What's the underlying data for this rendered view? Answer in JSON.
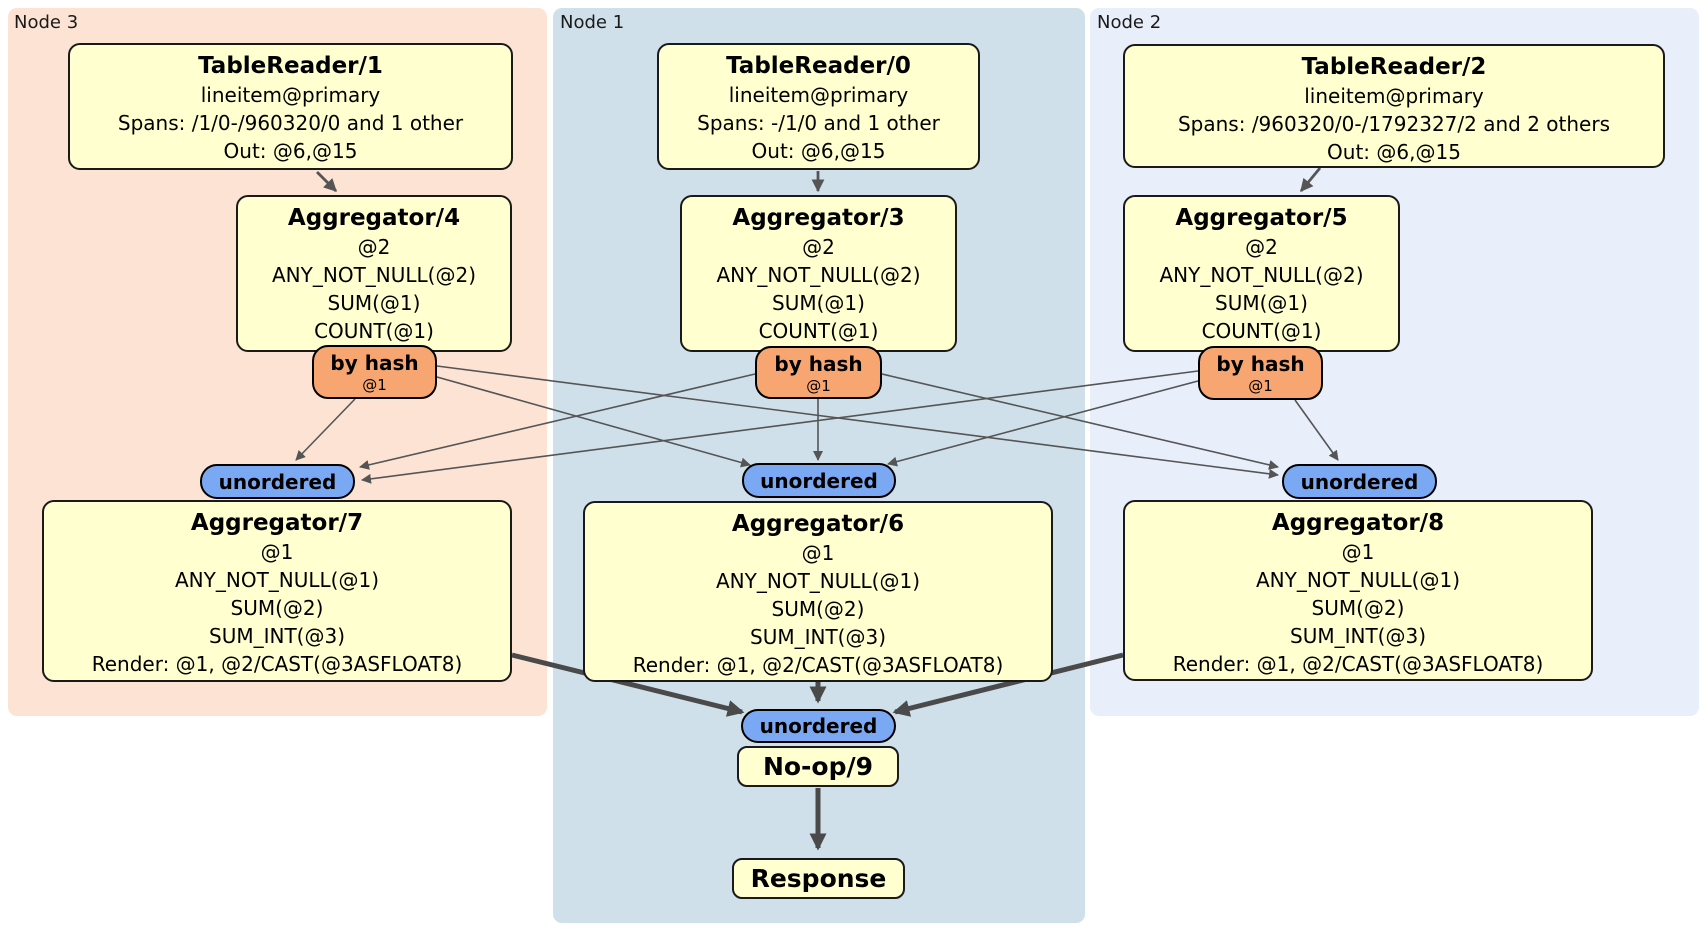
{
  "colors": {
    "region_node3_bg": "#fce3d4",
    "region_node1_bg": "#d0e0ea",
    "region_node2_bg": "#e9eefb",
    "box_bg": "#ffffcf",
    "box_border": "#1a1a1a",
    "router_bg": "#f7a571",
    "sync_bg": "#7aa8f2",
    "badge_border": "#000000",
    "edge_thin": "#555555",
    "edge_thick": "#4a4a4a",
    "text": "#000000"
  },
  "nodes": [
    {
      "label": "Node 3",
      "table_reader": {
        "title": "TableReader/1",
        "lines": [
          "lineitem@primary",
          "Spans: /1/0-/960320/0 and 1 other",
          "Out: @6,@15"
        ]
      },
      "aggregator_stage1": {
        "title": "Aggregator/4",
        "lines": [
          "@2",
          "ANY_NOT_NULL(@2)",
          "SUM(@1)",
          "COUNT(@1)"
        ]
      },
      "router": {
        "label": "by hash",
        "detail": "@1"
      },
      "sync": {
        "label": "unordered"
      },
      "aggregator_stage2": {
        "title": "Aggregator/7",
        "lines": [
          "@1",
          "ANY_NOT_NULL(@1)",
          "SUM(@2)",
          "SUM_INT(@3)",
          "Render: @1, @2/CAST(@3ASFLOAT8)"
        ]
      }
    },
    {
      "label": "Node 1",
      "table_reader": {
        "title": "TableReader/0",
        "lines": [
          "lineitem@primary",
          "Spans: -/1/0 and 1 other",
          "Out: @6,@15"
        ]
      },
      "aggregator_stage1": {
        "title": "Aggregator/3",
        "lines": [
          "@2",
          "ANY_NOT_NULL(@2)",
          "SUM(@1)",
          "COUNT(@1)"
        ]
      },
      "router": {
        "label": "by hash",
        "detail": "@1"
      },
      "sync": {
        "label": "unordered"
      },
      "aggregator_stage2": {
        "title": "Aggregator/6",
        "lines": [
          "@1",
          "ANY_NOT_NULL(@1)",
          "SUM(@2)",
          "SUM_INT(@3)",
          "Render: @1, @2/CAST(@3ASFLOAT8)"
        ]
      }
    },
    {
      "label": "Node 2",
      "table_reader": {
        "title": "TableReader/2",
        "lines": [
          "lineitem@primary",
          "Spans: /960320/0-/1792327/2 and 2 others",
          "Out: @6,@15"
        ]
      },
      "aggregator_stage1": {
        "title": "Aggregator/5",
        "lines": [
          "@2",
          "ANY_NOT_NULL(@2)",
          "SUM(@1)",
          "COUNT(@1)"
        ]
      },
      "router": {
        "label": "by hash",
        "detail": "@1"
      },
      "sync": {
        "label": "unordered"
      },
      "aggregator_stage2": {
        "title": "Aggregator/8",
        "lines": [
          "@1",
          "ANY_NOT_NULL(@1)",
          "SUM(@2)",
          "SUM_INT(@3)",
          "Render: @1, @2/CAST(@3ASFLOAT8)"
        ]
      }
    }
  ],
  "final": {
    "sync": {
      "label": "unordered"
    },
    "noop": {
      "title": "No-op/9"
    },
    "response": {
      "title": "Response"
    }
  }
}
